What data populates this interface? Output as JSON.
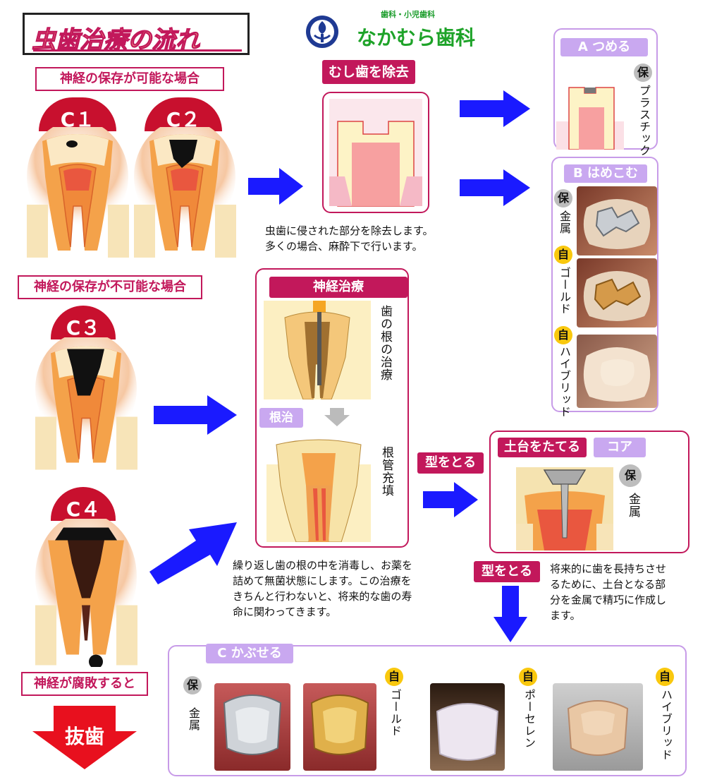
{
  "header": {
    "title": "虫歯治療の流れ",
    "clinic_small": "歯科・小児歯科",
    "clinic_name": "なかむら歯科"
  },
  "left": {
    "nerve_possible": "神経の保存が可能な場合",
    "nerve_impossible": "神経の保存が不可能な場合",
    "nerve_rotten": "神経が腐敗すると",
    "extraction": "抜歯",
    "stages": [
      "C１",
      "C２",
      "C３",
      "C４"
    ]
  },
  "removal": {
    "label": "むし歯を除去",
    "note_line1": "虫歯に侵された部分を除去します。",
    "note_line2": "多くの場合、麻酔下で行います。"
  },
  "option_a": {
    "label": "A つめる",
    "badge": "保",
    "material": "プラスチック"
  },
  "option_b": {
    "label": "B はめこむ",
    "items": [
      {
        "badge": "保",
        "material": "金属"
      },
      {
        "badge": "自",
        "material": "ゴールド"
      },
      {
        "badge": "自",
        "material": "ハイブリッド"
      }
    ]
  },
  "root": {
    "label": "神経治療",
    "sub_label": "根治",
    "step1": "歯の根の治療",
    "step2": "根管充填",
    "note_line1": "繰り返し歯の根の中を消毒し、お薬を",
    "note_line2": "詰めて無菌状態にします。この治療を",
    "note_line3": "きちんと行わないと、将来的な歯の寿",
    "note_line4": "命に関わってきます。"
  },
  "core": {
    "impression1": "型をとる",
    "label": "土台をたてる",
    "label2": "コア",
    "badge": "保",
    "material": "金属",
    "impression2": "型をとる",
    "note_line1": "将来的に歯を長持ちさせ",
    "note_line2": "るために、土台となる部",
    "note_line3": "分を金属で精巧に作成し",
    "note_line4": "ます。"
  },
  "option_c": {
    "label": "C かぶせる",
    "items": [
      {
        "badge": "保",
        "material": "金属"
      },
      {
        "badge": "自",
        "material": "ゴールド"
      },
      {
        "badge": "自",
        "material": "ポーセレン"
      },
      {
        "badge": "自",
        "material": "ハイブリッド"
      }
    ]
  },
  "colors": {
    "brand_red": "#c2185b",
    "accent_lavender": "#c9a8f0",
    "arrow_blue": "#1a1aff",
    "clinic_green": "#1ea329"
  }
}
